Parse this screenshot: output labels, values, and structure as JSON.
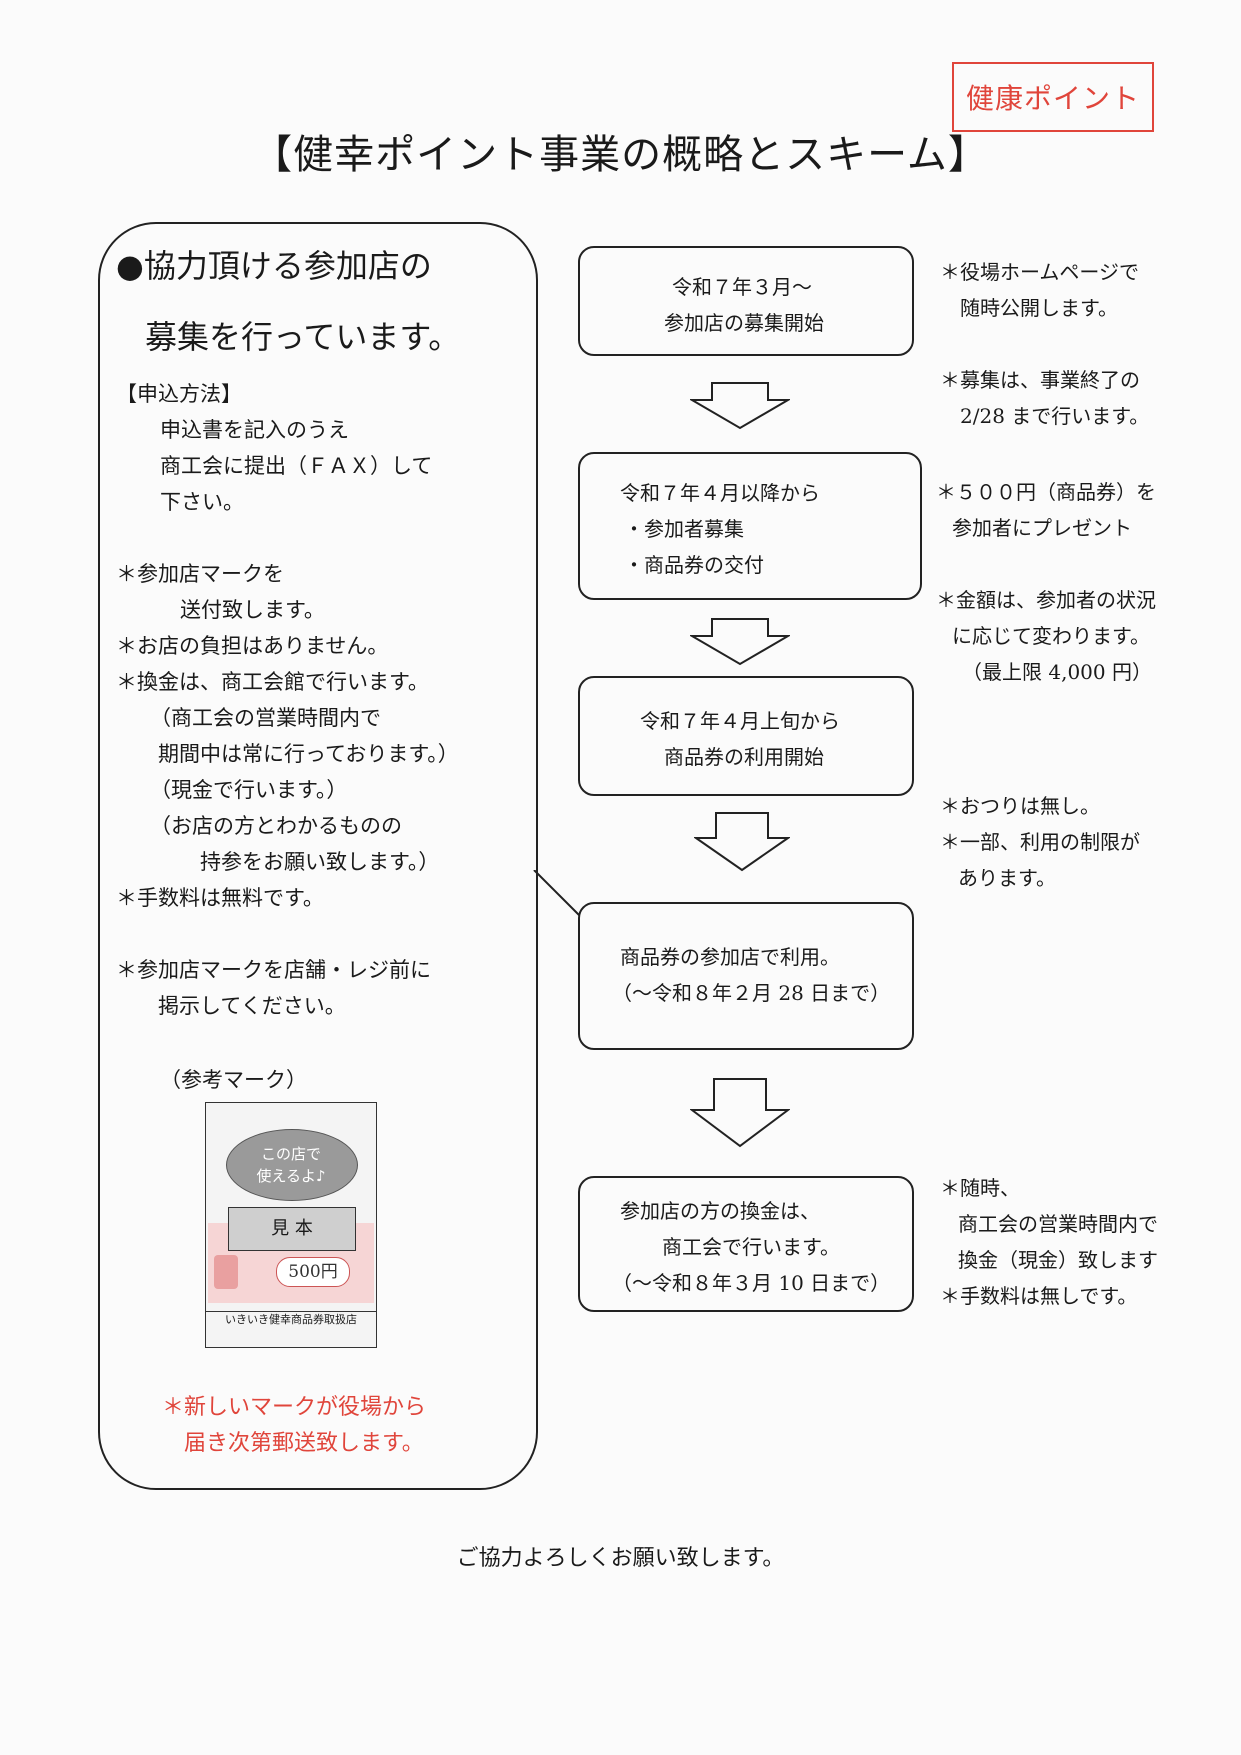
{
  "stamp": "健康ポイント",
  "title": "【健幸ポイント事業の概略とスキーム】",
  "left": {
    "heading_line1": "●協力頂ける参加店の",
    "heading_line2": "募集を行っています。",
    "apply_title": "【申込方法】",
    "apply_lines": [
      "申込書を記入のうえ",
      "商工会に提出（ＦＡＸ）して",
      "下さい。"
    ],
    "notes": [
      "＊参加店マークを",
      "送付致します。",
      "＊お店の負担はありません。",
      "＊換金は、商工会館で行います。",
      "（商工会の営業時間内で",
      "期間中は常に行っております。）",
      "（現金で行います。）",
      "（お店の方とわかるものの",
      "持参をお願い致します。）",
      "＊手数料は無料です。"
    ],
    "display_lines": [
      "＊参加店マークを店舗・レジ前に",
      "掲示してください。"
    ],
    "sample_caption": "（参考マーク）",
    "sample": {
      "bubble_line1": "この店で",
      "bubble_line2": "使えるよ♪",
      "stamp_text": "見 本",
      "price": "500円",
      "shop_label": "いきいき健幸商品券取扱店"
    },
    "red_note_line1": "＊新しいマークが役場から",
    "red_note_line2": "届き次第郵送致します。"
  },
  "flow": [
    {
      "lines": [
        "令和７年３月～",
        "参加店の募集開始"
      ]
    },
    {
      "lines": [
        "令和７年４月以降から",
        "・参加者募集",
        "・商品券の交付"
      ]
    },
    {
      "lines": [
        "令和７年４月上旬から",
        "商品券の利用開始"
      ]
    },
    {
      "lines": [
        "商品券の参加店で利用。",
        "（～令和８年２月 28 日まで）"
      ]
    },
    {
      "lines": [
        "参加店の方の換金は、",
        "商工会で行います。",
        "（～令和８年３月 10 日まで）"
      ]
    }
  ],
  "right_notes": [
    {
      "lines": [
        "＊役場ホームページで",
        "随時公開します。"
      ]
    },
    {
      "lines": [
        "＊募集は、事業終了の",
        "2/28 まで行います。"
      ]
    },
    {
      "lines": [
        "＊５００円（商品券）を",
        "参加者にプレゼント"
      ]
    },
    {
      "lines": [
        "＊金額は、参加者の状況",
        "に応じて変わります。",
        "（最上限 4,000 円）"
      ]
    },
    {
      "lines": [
        "＊おつりは無し。",
        "＊一部、利用の制限が",
        "あります。"
      ]
    },
    {
      "lines": [
        "＊随時、",
        "商工会の営業時間内で",
        "換金（現金）致します",
        "＊手数料は無しです。"
      ]
    }
  ],
  "footer": "ご協力よろしくお願い致します。",
  "colors": {
    "accent_red": "#e0453b",
    "ink": "#1a1a1a"
  }
}
